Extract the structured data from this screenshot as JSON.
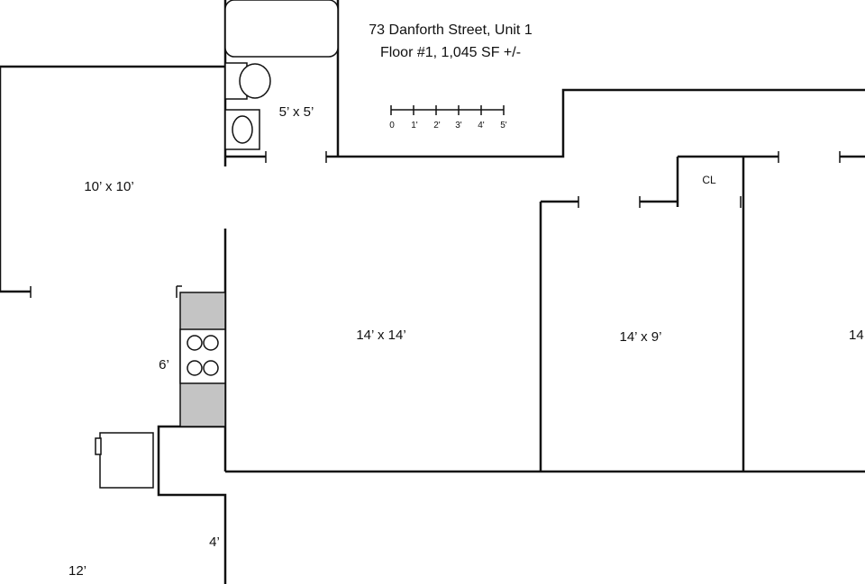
{
  "header": {
    "address": "73 Danforth Street, Unit 1",
    "floor_info": "Floor #1, 1,045 SF +/-"
  },
  "scale_bar": {
    "ticks": [
      "0",
      "1'",
      "2'",
      "3'",
      "4'",
      "5'"
    ]
  },
  "rooms": {
    "bath": "5’ x 5’",
    "left_room": "10’ x 10’",
    "living": "14’ x 14’",
    "bedroom_1": "14’ x 9’",
    "bedroom_2_partial": "14",
    "closet": "CL"
  },
  "dimensions": {
    "kitchen_counter": "6’",
    "hall_width": "4’",
    "lower_left": "12’"
  }
}
